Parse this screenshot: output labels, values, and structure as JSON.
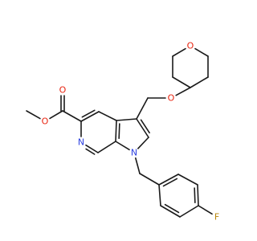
{
  "molecule": {
    "atom_labels": [
      {
        "id": "O_ring",
        "text": "O",
        "color": "#e8230f"
      },
      {
        "id": "O_ether",
        "text": "O",
        "color": "#e8230f"
      },
      {
        "id": "O_carbonyl",
        "text": "O",
        "color": "#e8230f"
      },
      {
        "id": "O_ester",
        "text": "O",
        "color": "#e8230f"
      },
      {
        "id": "N_pyridine",
        "text": "N",
        "color": "#2b3fe0"
      },
      {
        "id": "N_pyrrole",
        "text": "N",
        "color": "#2b3fe0"
      },
      {
        "id": "F",
        "text": "F",
        "color": "#b8860b"
      }
    ],
    "bond_color": "#1a1a1a"
  }
}
